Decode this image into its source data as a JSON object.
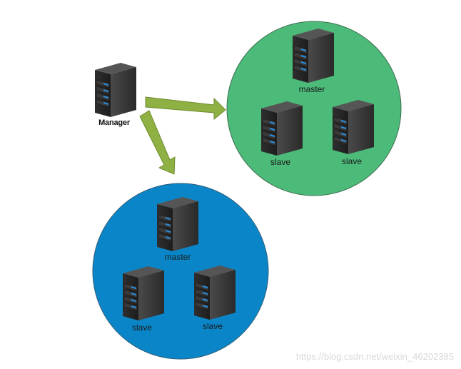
{
  "manager": {
    "label": "Manager"
  },
  "clusters": [
    {
      "color": "#4cba78",
      "stroke": "#3f6f52",
      "master_label": "master",
      "slave_labels": [
        "slave",
        "slave"
      ]
    },
    {
      "color": "#0a86c8",
      "stroke": "#2e5f7a",
      "master_label": "master",
      "slave_labels": [
        "slave",
        "slave"
      ]
    }
  ],
  "arrow_color": "#8fb043",
  "watermark": "https://blog.csdn.net/weixin_46202385"
}
